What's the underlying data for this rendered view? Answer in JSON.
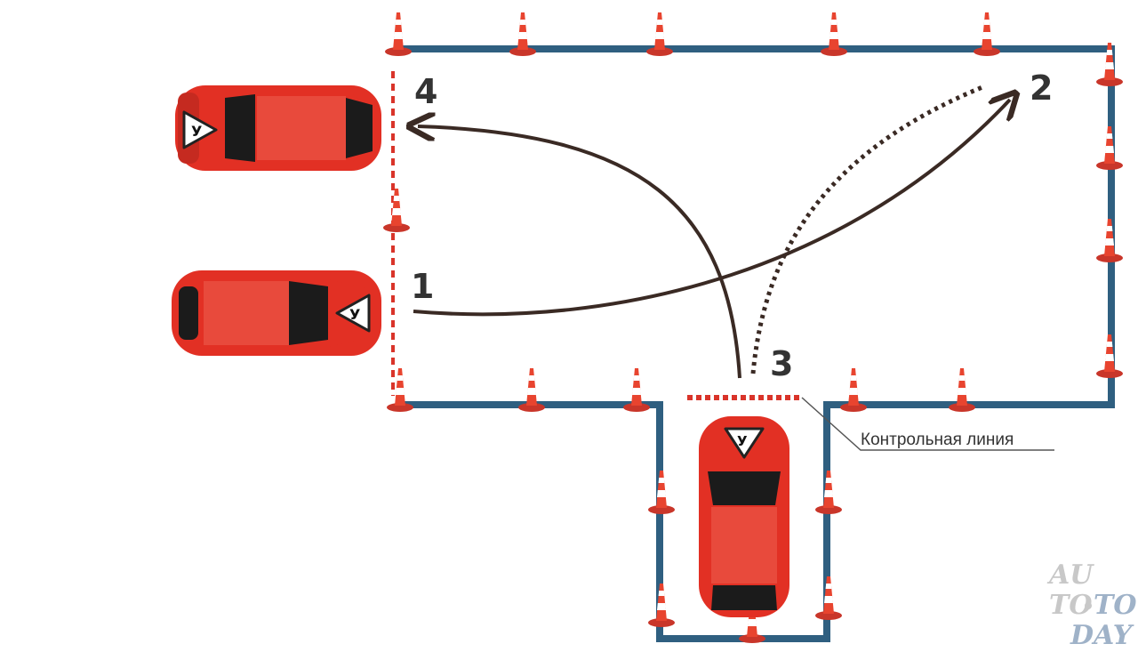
{
  "diagram": {
    "markers": [
      {
        "id": "1",
        "label": "1"
      },
      {
        "id": "2",
        "label": "2"
      },
      {
        "id": "3",
        "label": "3"
      },
      {
        "id": "4",
        "label": "4"
      }
    ],
    "control_line_label": "Контрольная линия",
    "car_badge_letter": "У"
  },
  "watermark": {
    "line1": "AU",
    "line2a": "TO",
    "line2b": "TO",
    "line3": "DAY"
  },
  "colors": {
    "boundary": "#2f5f80",
    "car": "#e23024",
    "car_dark": "#1b1b1b",
    "cone": "#e8442f",
    "path": "#3a2a24",
    "control_line": "#d9342a",
    "text": "#333333"
  },
  "icons": [
    "traffic-cone-icon",
    "car-icon",
    "learner-badge-icon",
    "arrow-head-icon"
  ]
}
